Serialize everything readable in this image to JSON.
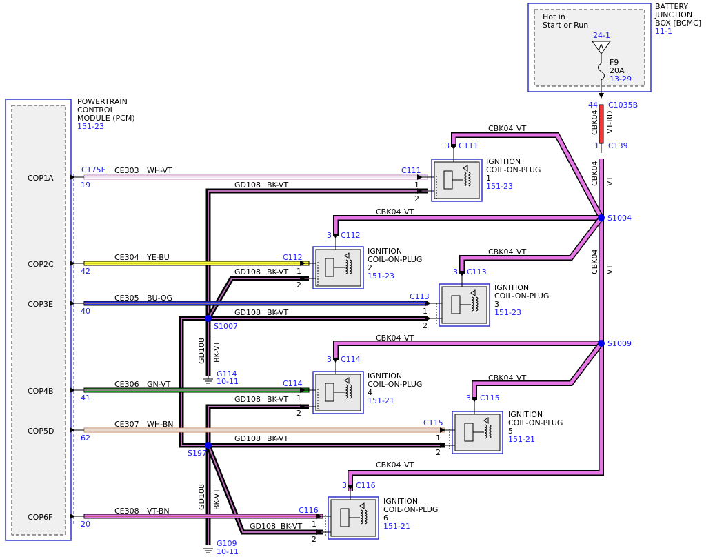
{
  "colors": {
    "blue_text": "#1a1aff",
    "module_border": "#3333cc",
    "pink_wire": "#e676e6",
    "wire_outline": "#000000",
    "splice_dot": "#0000ee",
    "ground_wire_fill": "#888888"
  },
  "bcm": {
    "title_lines": [
      "BATTERY",
      "JUNCTION",
      "BOX [BCMC]"
    ],
    "ref": "11-1",
    "note_lines": [
      "Hot in",
      "Start or Run"
    ],
    "bus_ref": "24-1",
    "bus_letter": "A",
    "fuse": {
      "name": "F9",
      "rating": "20A",
      "ref": "13-29"
    },
    "out_pin": "44",
    "out_connector": "C1035B",
    "wire_circuit": "CBK04",
    "wire_color": "VT-RD",
    "in_pin": "1",
    "in_connector": "C139"
  },
  "pcm": {
    "title_lines": [
      "POWERTRAIN",
      "CONTROL",
      "MODULE (PCM)"
    ],
    "ref": "151-23",
    "connector": "C175E",
    "pins": [
      {
        "name": "COP1A",
        "num": "19"
      },
      {
        "name": "COP2C",
        "num": "42"
      },
      {
        "name": "COP3E",
        "num": "40"
      },
      {
        "name": "COP4B",
        "num": "41"
      },
      {
        "name": "COP5D",
        "num": "62"
      },
      {
        "name": "COP6F",
        "num": "20"
      }
    ]
  },
  "signal_wires": [
    {
      "circuit": "CE303",
      "color": "WH-VT"
    },
    {
      "circuit": "CE304",
      "color": "YE-BU"
    },
    {
      "circuit": "CE305",
      "color": "BU-OG"
    },
    {
      "circuit": "CE306",
      "color": "GN-VT"
    },
    {
      "circuit": "CE307",
      "color": "WH-BN"
    },
    {
      "circuit": "CE308",
      "color": "VT-BN"
    }
  ],
  "coils": [
    {
      "title": "IGNITION",
      "sub": "COIL-ON-PLUG",
      "num": "1",
      "ref": "151-23",
      "connector": "C111",
      "power_pin": "3",
      "sig_pin": "1",
      "gnd_pin": "2"
    },
    {
      "title": "IGNITION",
      "sub": "COIL-ON-PLUG",
      "num": "2",
      "ref": "151-23",
      "connector": "C112",
      "power_pin": "3",
      "sig_pin": "1",
      "gnd_pin": "2"
    },
    {
      "title": "IGNITION",
      "sub": "COIL-ON-PLUG",
      "num": "3",
      "ref": "151-23",
      "connector": "C113",
      "power_pin": "3",
      "sig_pin": "1",
      "gnd_pin": "2"
    },
    {
      "title": "IGNITION",
      "sub": "COIL-ON-PLUG",
      "num": "4",
      "ref": "151-21",
      "connector": "C114",
      "power_pin": "3",
      "sig_pin": "1",
      "gnd_pin": "2"
    },
    {
      "title": "IGNITION",
      "sub": "COIL-ON-PLUG",
      "num": "5",
      "ref": "151-21",
      "connector": "C115",
      "power_pin": "3",
      "sig_pin": "1",
      "gnd_pin": "2"
    },
    {
      "title": "IGNITION",
      "sub": "COIL-ON-PLUG",
      "num": "6",
      "ref": "151-21",
      "connector": "C116",
      "power_pin": "3",
      "sig_pin": "1",
      "gnd_pin": "2"
    }
  ],
  "power_wire": {
    "circuit": "CBK04",
    "color": "VT"
  },
  "ground_wire": {
    "circuit": "GD108",
    "color": "BK-VT"
  },
  "splices": {
    "s1004": "S1004",
    "s1009": "S1009",
    "s1007": "S1007",
    "s197": "S197"
  },
  "grounds": [
    {
      "name": "G114",
      "ref": "10-11"
    },
    {
      "name": "G109",
      "ref": "10-11"
    }
  ]
}
